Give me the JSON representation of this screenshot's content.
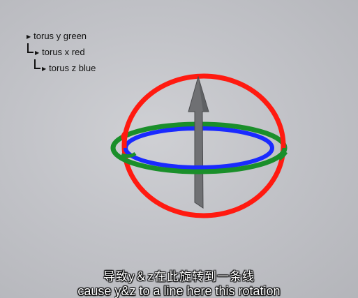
{
  "outliner": {
    "items": [
      {
        "label": "torus y green"
      },
      {
        "label": "torus x red"
      },
      {
        "label": "torus z blue"
      }
    ]
  },
  "gizmo": {
    "colors": {
      "red_ring": "#ff1a10",
      "green_ring": "#1a8f2a",
      "blue_ring": "#1a2aff",
      "arrow": "#6f7073"
    }
  },
  "subtitles": {
    "zh": "导致y＆z在此旋转到一条线",
    "en": "cause y&z to a line here this rotation"
  }
}
